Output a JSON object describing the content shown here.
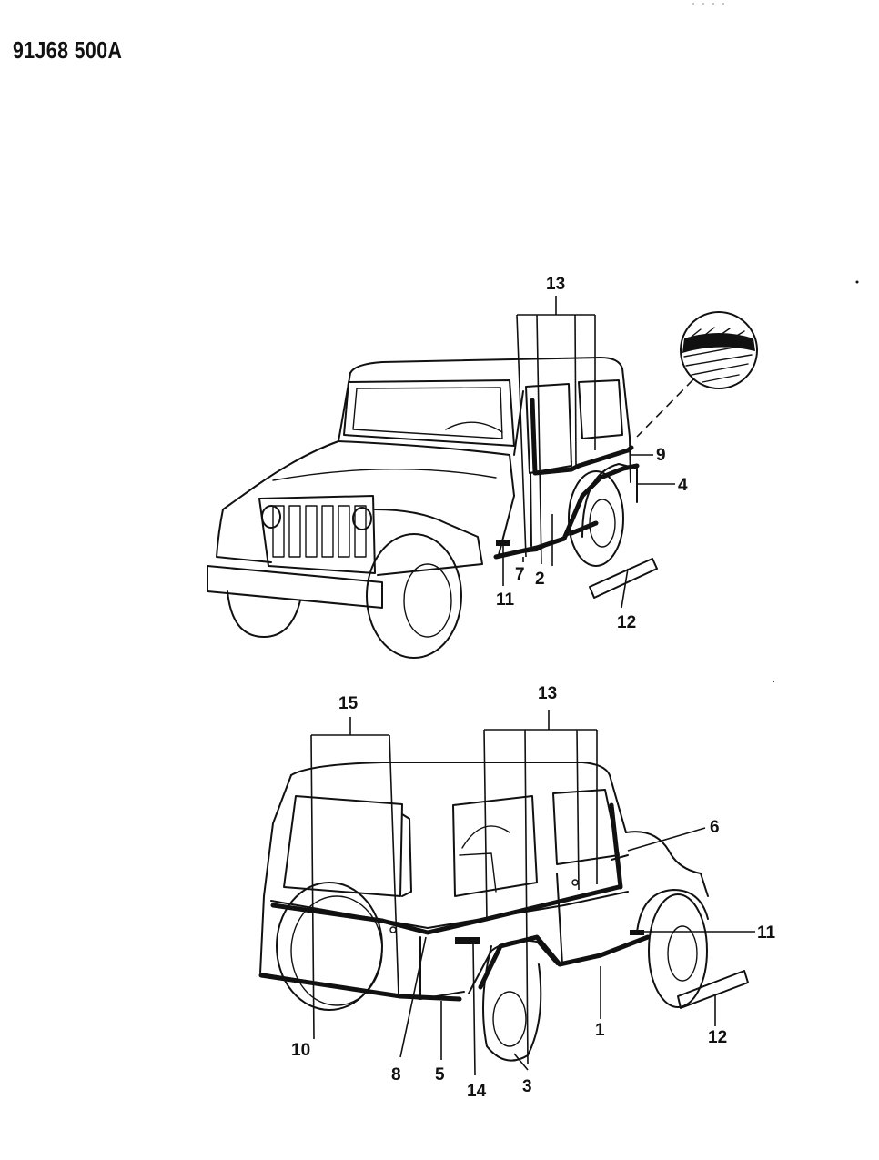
{
  "header": {
    "drawing_number": "91J68 500A"
  },
  "callouts": {
    "top_13": "13",
    "top_9": "9",
    "top_4": "4",
    "top_7": "7",
    "top_2": "2",
    "top_11": "11",
    "top_12": "12",
    "bottom_15": "15",
    "bottom_13": "13",
    "bottom_6": "6",
    "bottom_11": "11",
    "bottom_12": "12",
    "bottom_1": "1",
    "bottom_3": "3",
    "bottom_14": "14",
    "bottom_5": "5",
    "bottom_8": "8",
    "bottom_10": "10"
  },
  "icons": {
    "front_view": "jeep-front-three-quarter-illustration",
    "rear_view": "jeep-rear-three-quarter-illustration",
    "detail": "stripe-cross-section-detail-icon"
  }
}
